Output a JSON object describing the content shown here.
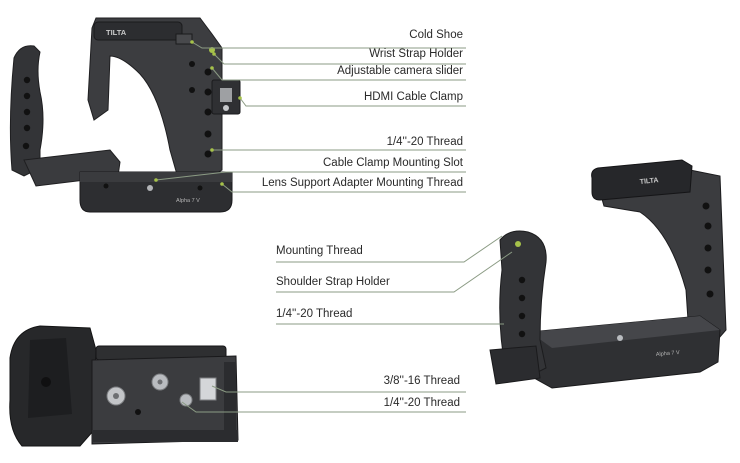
{
  "brand": "TILTA",
  "model_text": "Alpha 7 V",
  "colors": {
    "line": "#8b9b84",
    "metal_dark": "#2b2b2d",
    "metal_mid": "#3e3f42",
    "metal_light": "#5b5d61",
    "screw": "#b9bcc0",
    "text": "#2a2a2a"
  },
  "top_left_callouts": [
    "Cold Shoe",
    "Wrist Strap Holder",
    "Adjustable camera slider",
    "HDMI Cable Clamp",
    "1/4''-20 Thread",
    "Cable Clamp Mounting Slot",
    "Lens Support Adapter Mounting Thread"
  ],
  "right_callouts": [
    "Mounting Thread",
    "Shoulder Strap Holder",
    "1/4''-20 Thread"
  ],
  "bottom_callouts": [
    "3/8''-16 Thread",
    "1/4''-20 Thread"
  ]
}
